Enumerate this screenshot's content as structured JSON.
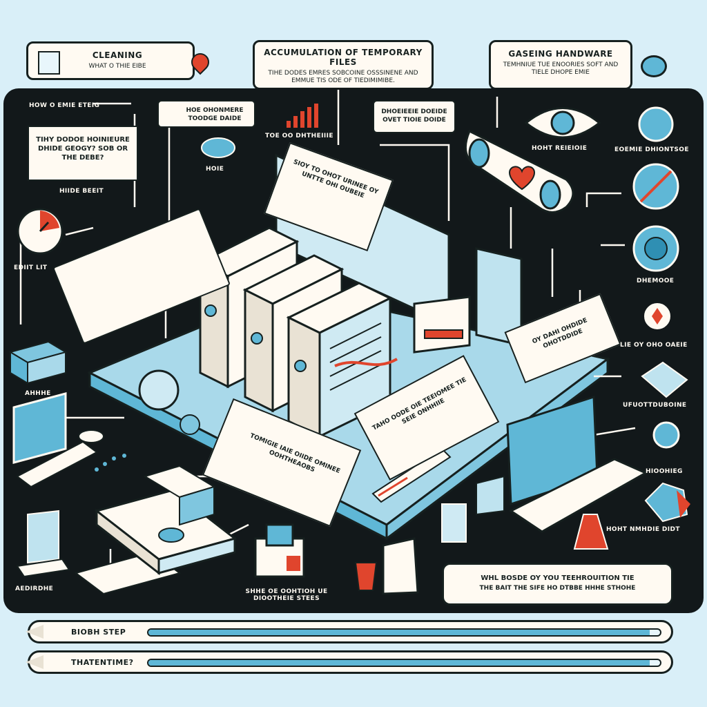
{
  "callouts": {
    "cleaning": {
      "title": "CLEANING",
      "subtitle": "WHAT O THIE EIBE"
    },
    "temp_files": {
      "title": "ACCUMULATION OF TEMPORARY FILES",
      "subtitle": "TIHE DODES EMRES SOBCOINE OSSSINENE AND EMMUE TIS ODE OF TIEDIMIMIBE."
    },
    "hardware": {
      "title": "GASEING HANDWARE",
      "subtitle": "TEMHNIUE TUE ENOORIES SOFT AND TIELE DHOPE EMIE"
    }
  },
  "labels": {
    "how_step": "HOW O EMIE ETEIG",
    "question": "TIHY DODOE HOINIEURE DHIDE GEOGY? SOB OR THE DEBE?",
    "hide_eient": "HIIDE BEEIT",
    "clock_label": "EDIIT LIT",
    "icon_note": "HOE OHONMERE TOODGE DAIDE",
    "cloud_label": "HOIE",
    "bars_label": "TOE OO DHTHEIIIE",
    "over_note": "DHOEIEEIE DOEIDE OVET TIOIE DOIDE",
    "eye_label": "HOHT REIEIOIE",
    "gear_label": "EOEMIE DHIONTSOE",
    "sticky_note": "SIOY TO OHOT URINEE OY UNTTE OHI OUBEIE",
    "circle_label": "DHEMOOE",
    "badge_label": "LIE OY OHO OAEIE",
    "open_note": "OY DAHI OHDIDE OHOTDDIDE",
    "ring_label": "UFUOTTDUBOINE",
    "center_note": "TAHO OODE OIE TEEIOMEE TIE SEIE ONHHIIE",
    "heart_note": "TOMIGIE IAIE OIIDE OMINEE OOHTHEAOBS",
    "hex_label": "HIOOHIEG",
    "beaker_label": "HOHT NMHDIE DIDT",
    "box_label": "AHHHE",
    "laptop_label": "AEDIRDHE",
    "bottom_label": "SHHE OE OOHTIOH UE DIOOTHEIE STEES"
  },
  "result_box": {
    "line1": "WHL BOSDE OY YOU TEEHROUITION TIE",
    "line2": "THE BAIT THE SIFE HO DTBBE HHHE STHOHE"
  },
  "progress": [
    {
      "label": "BIOBH STEP",
      "value": 0.98
    },
    {
      "label": "THATENTIME?",
      "value": 0.98
    }
  ],
  "colors": {
    "accent_blue": "#5fb7d6",
    "accent_red": "#e0452d",
    "ink": "#16201f",
    "paper": "#fffaf2",
    "panel": "#12181a"
  }
}
